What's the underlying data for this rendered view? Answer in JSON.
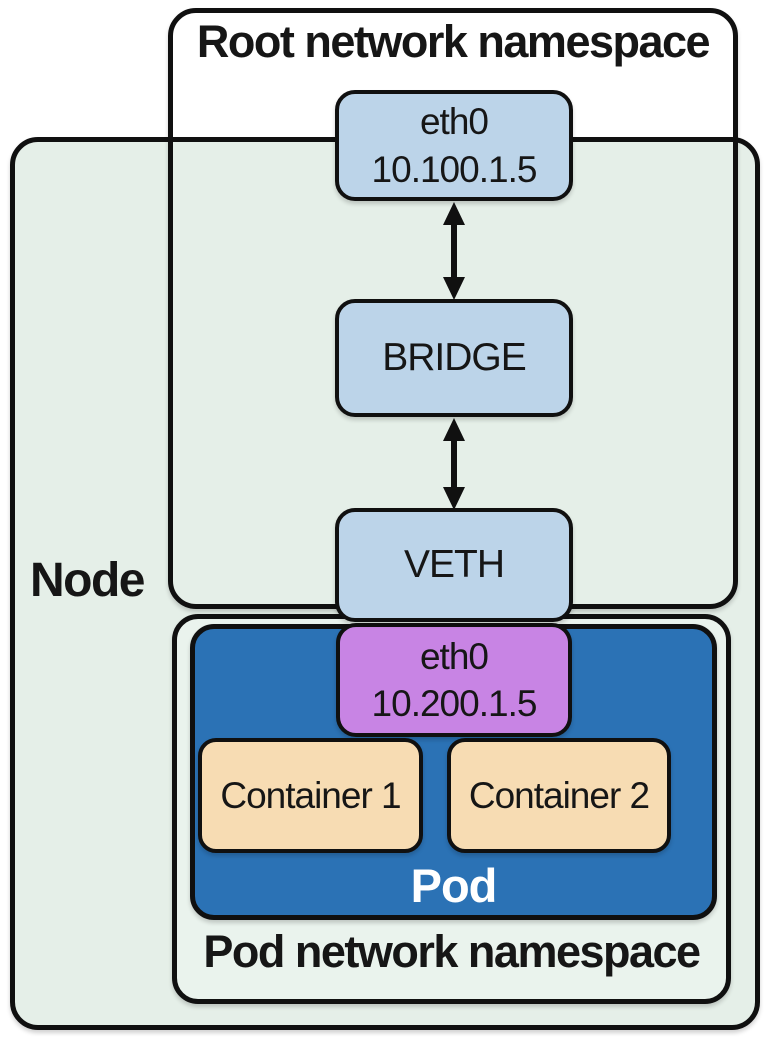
{
  "colors": {
    "page_bg": "#ffffff",
    "node_fill": "#e5efe8",
    "podns_fill": "#eaf3ed",
    "interface_fill": "#bcd4e9",
    "pod_fill": "#2b72b5",
    "pod_eth0_fill": "#c884e4",
    "container_fill": "#f7dcb3",
    "border": "#101010",
    "text": "#161616",
    "pod_label_text": "#ffffff"
  },
  "labels": {
    "node": "Node",
    "root_namespace_title": "Root network namespace",
    "pod_namespace_title": "Pod network namespace",
    "pod": "Pod"
  },
  "nodes": {
    "host_eth0": {
      "name": "eth0",
      "ip": "10.100.1.5"
    },
    "bridge": {
      "label": "BRIDGE"
    },
    "veth": {
      "label": "VETH"
    },
    "pod_eth0": {
      "name": "eth0",
      "ip": "10.200.1.5"
    }
  },
  "containers": [
    {
      "label": "Container 1"
    },
    {
      "label": "Container 2"
    }
  ],
  "connections": [
    {
      "from": "host_eth0",
      "to": "bridge",
      "type": "bidirectional-arrow"
    },
    {
      "from": "bridge",
      "to": "veth",
      "type": "bidirectional-arrow"
    }
  ]
}
